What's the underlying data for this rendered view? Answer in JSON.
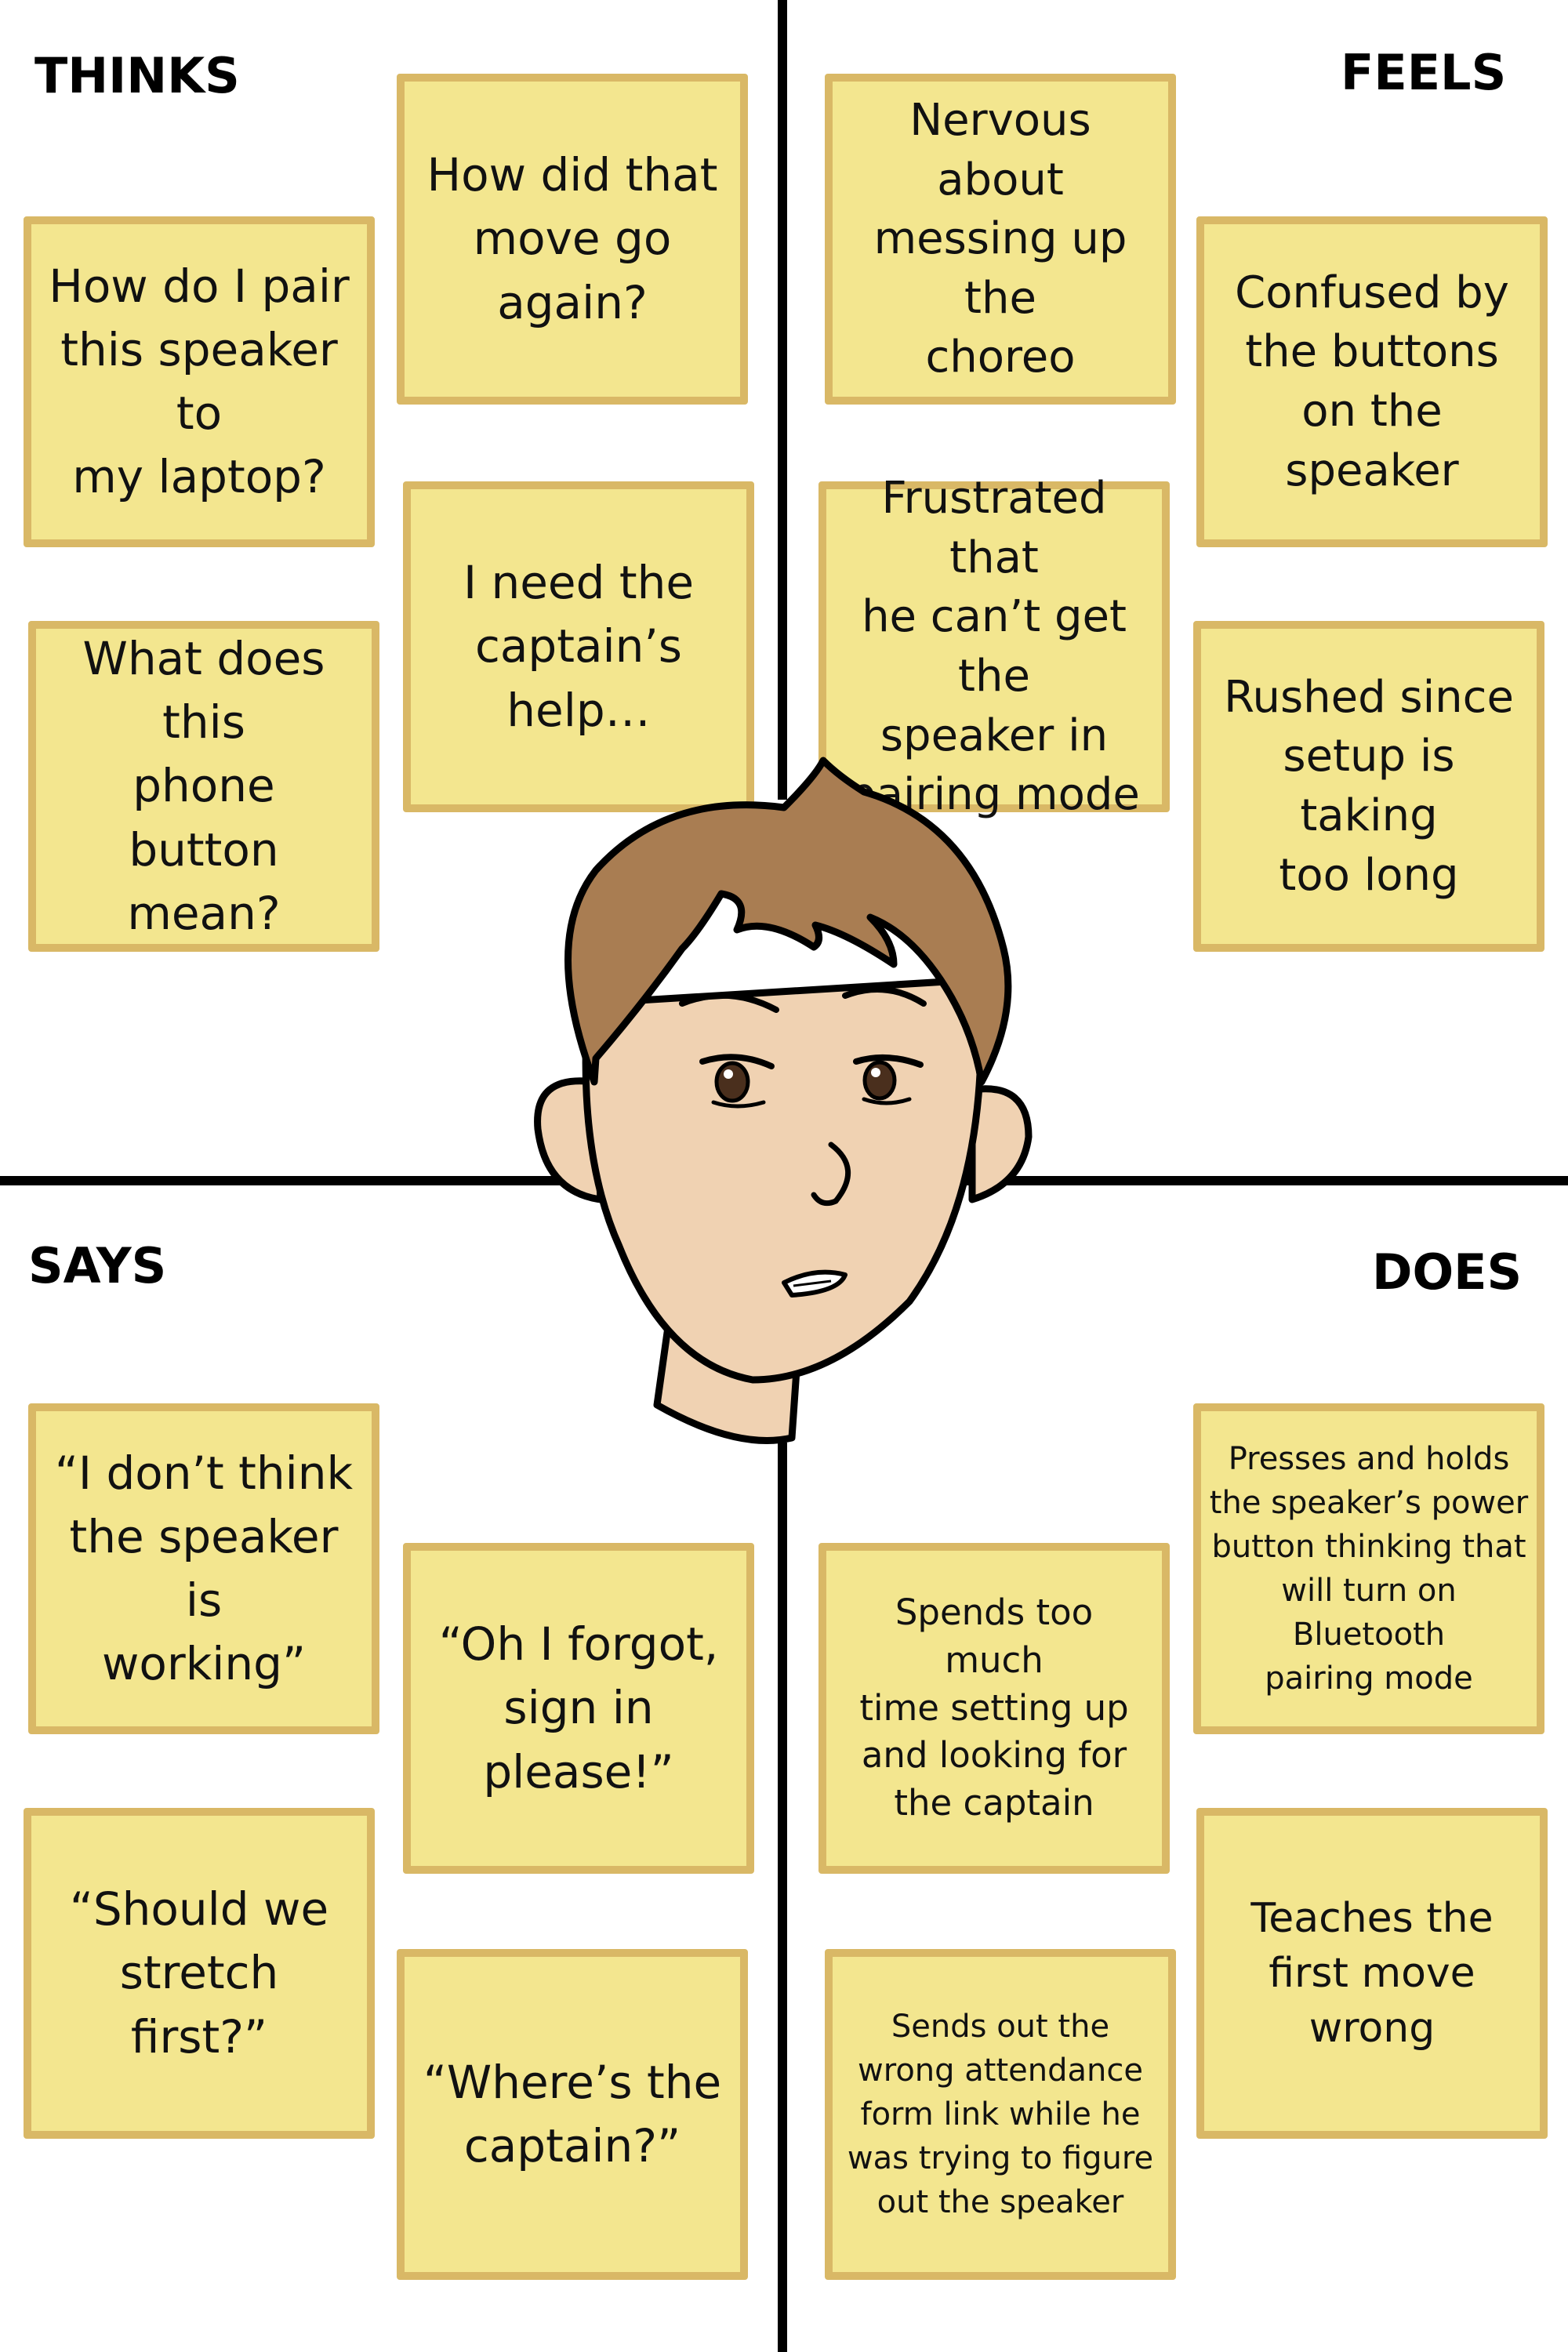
{
  "quadrants": {
    "thinks": {
      "title": "THINKS",
      "notes": [
        "How did that\nmove go\nagain?",
        "How do I pair\nthis speaker to\nmy laptop?",
        "I need the\ncaptain’s\nhelp…",
        "What does this\nphone button\nmean?"
      ]
    },
    "feels": {
      "title": "FEELS",
      "notes": [
        "Nervous about\nmessing up the\nchoreo",
        "Confused by\nthe buttons\non the speaker",
        "Frustrated that\nhe can’t get the\nspeaker in\npairing mode",
        "Rushed since\nsetup is taking\ntoo long"
      ]
    },
    "says": {
      "title": "SAYS",
      "notes": [
        "“I don’t think\nthe speaker is\nworking”",
        "“Oh I forgot,\nsign in please!”",
        "“Should we\nstretch first?”",
        "“Where’s the\ncaptain?”"
      ]
    },
    "does": {
      "title": "DOES",
      "notes": [
        "Presses and holds\nthe speaker’s power\nbutton thinking that\nwill turn on Bluetooth\npairing mode",
        "Spends too much\ntime setting up\nand looking for\nthe captain",
        "Teaches the\nfirst move wrong",
        "Sends out the\nwrong attendance\nform link while he\nwas trying to figure\nout the speaker"
      ]
    }
  },
  "colors": {
    "note_fill": "#f3e68f",
    "note_border": "#d9b866",
    "hair": "#a97d52",
    "skin": "#f0d2b2",
    "divider": "#000000"
  },
  "icons": {
    "center": "person-face-illustration"
  }
}
